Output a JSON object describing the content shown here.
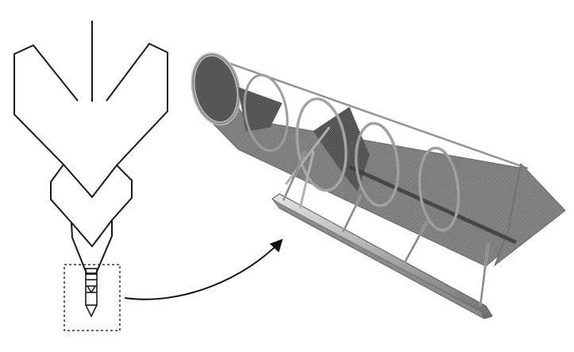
{
  "figure": {
    "schematic": {
      "description_visible_text": "",
      "line_color": "#1a1a1a",
      "dashed_box_color": "#333333"
    },
    "connector": {
      "type": "curved-arrow",
      "color": "#111111"
    },
    "trap": {
      "mesh_color": "#7a7a7a",
      "frame_color": "#9a9a9a",
      "frame_highlight": "#d6d6d6",
      "rings": 5,
      "cones": 2
    }
  }
}
